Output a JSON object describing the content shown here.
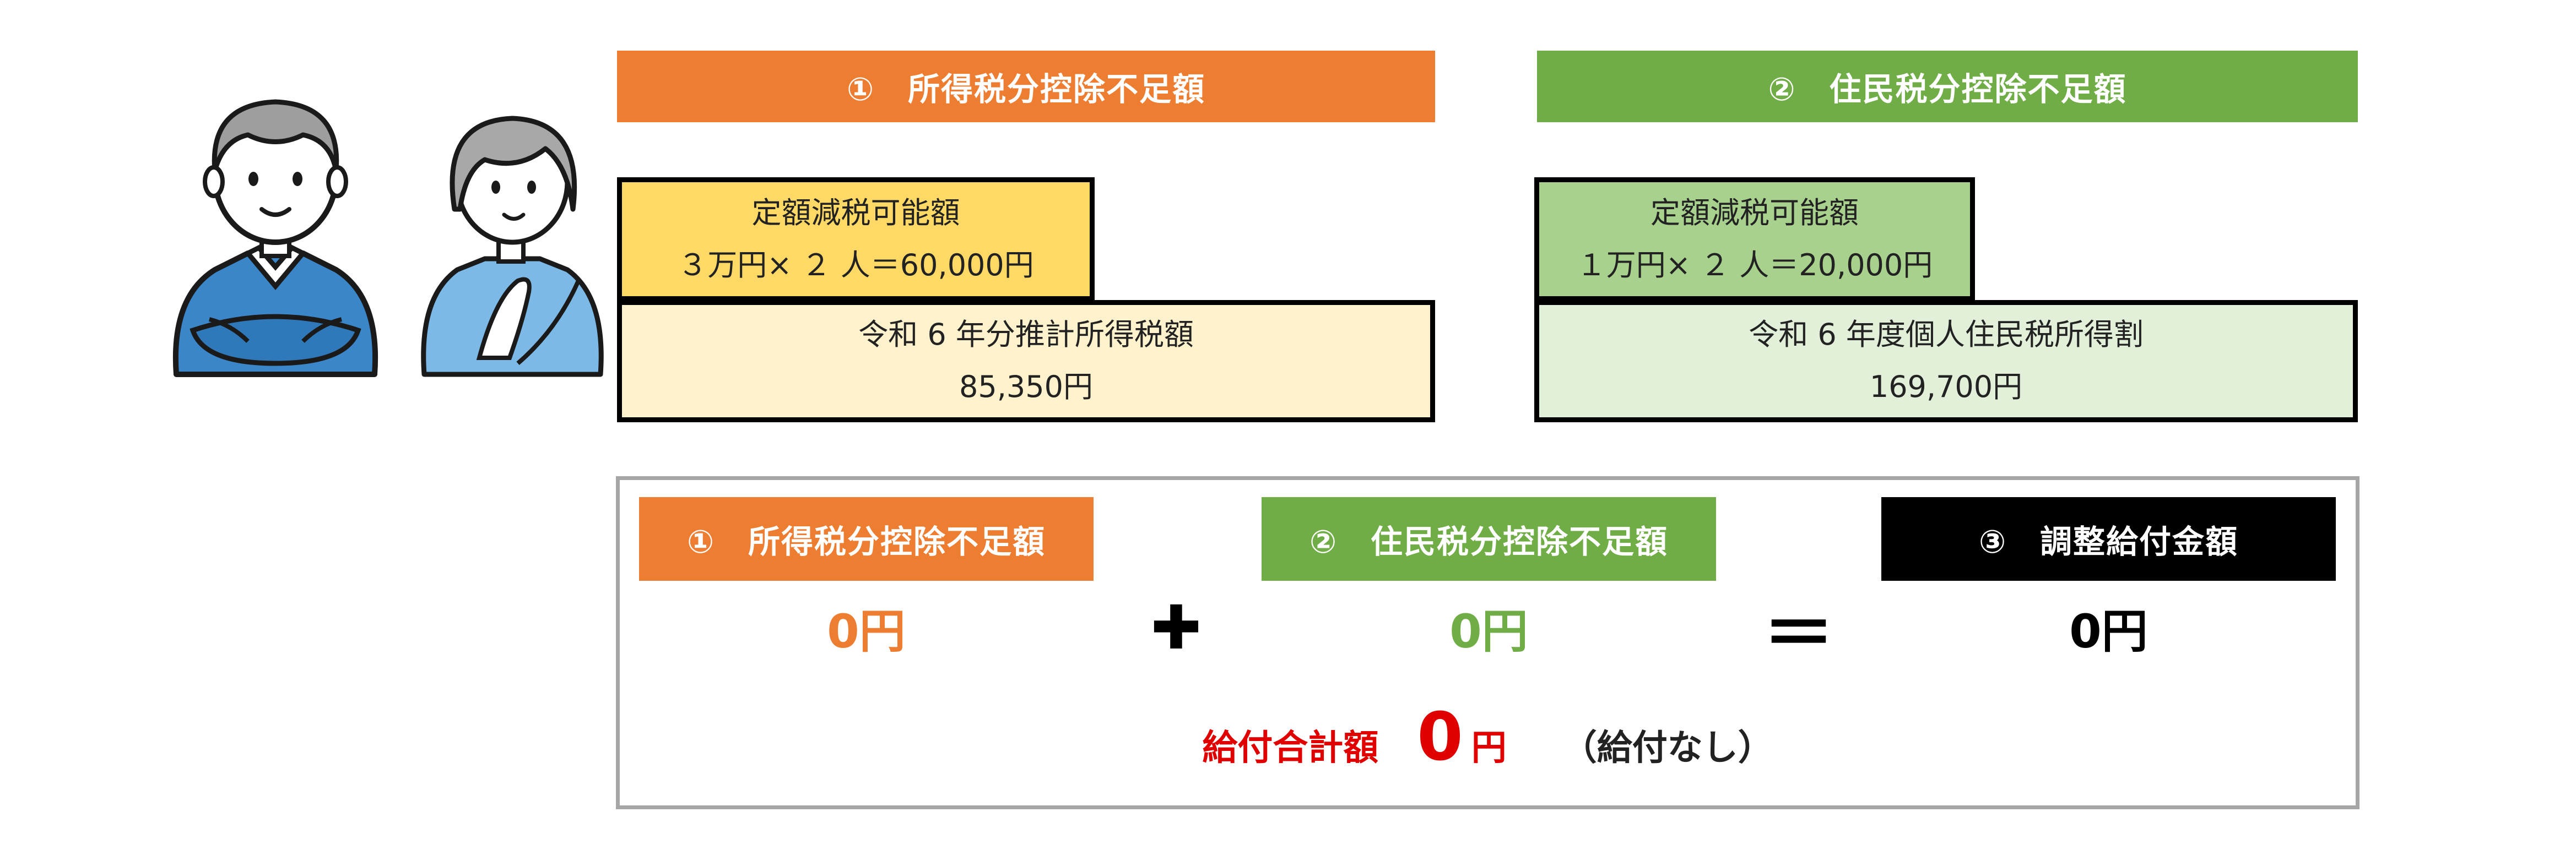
{
  "colors": {
    "orange": "#ED7D31",
    "green": "#70AD47",
    "black": "#000000",
    "yellow_strong": "#FFD966",
    "yellow_light": "#FFF2CC",
    "green_strong": "#A9D18E",
    "green_light": "#E2F0D9",
    "frame_gray": "#A6A6A6",
    "total_red": "#E00000"
  },
  "illustration": {
    "man_icon": "man-arms-crossed",
    "woman_icon": "woman-thinking"
  },
  "income_tax": {
    "header": "①　所得税分控除不足額",
    "fixed_label": "定額減税可能額",
    "fixed_formula": "３万円× ２ 人＝60,000円",
    "estimate_label": "令和 6 年分推計所得税額",
    "estimate_value": "85,350円"
  },
  "resident_tax": {
    "header": "②　住民税分控除不足額",
    "fixed_label": "定額減税可能額",
    "fixed_formula": "１万円× ２ 人＝20,000円",
    "estimate_label": "令和 6 年度個人住民税所得割",
    "estimate_value": "169,700円"
  },
  "calc": {
    "item1": {
      "label": "①　所得税分控除不足額",
      "value": "0円"
    },
    "plus": "✚",
    "item2": {
      "label": "②　住民税分控除不足額",
      "value": "0円"
    },
    "equals": "＝",
    "item3": {
      "label": "③　調整給付金額",
      "value": "0円"
    },
    "total_label": "給付合計額",
    "total_value": "0",
    "total_unit": "円",
    "total_note": "（給付なし）"
  }
}
